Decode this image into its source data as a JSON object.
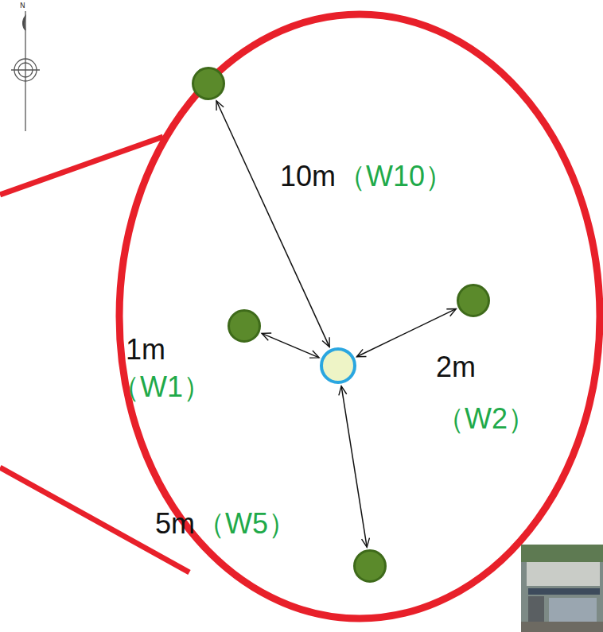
{
  "diagram": {
    "nodes": [
      {
        "text": []
      },
      {
        "text": []
      },
      {
        "text": []
      },
      {
        "text": []
      },
      {
        "text": []
      }
    ],
    "edges": [
      {
        "from": 3,
        "to": 0,
        "arrow": "both"
      },
      {
        "from": 3,
        "to": 1,
        "arrow": "both"
      },
      {
        "from": 3,
        "to": 2,
        "arrow": "both"
      },
      {
        "from": 3,
        "to": 4,
        "arrow": "both"
      }
    ],
    "labels": [
      "N",
      "10m",
      "（W10）",
      "1m",
      "（W1）",
      "2m",
      "（W2）",
      "5m",
      "（W5）"
    ]
  }
}
